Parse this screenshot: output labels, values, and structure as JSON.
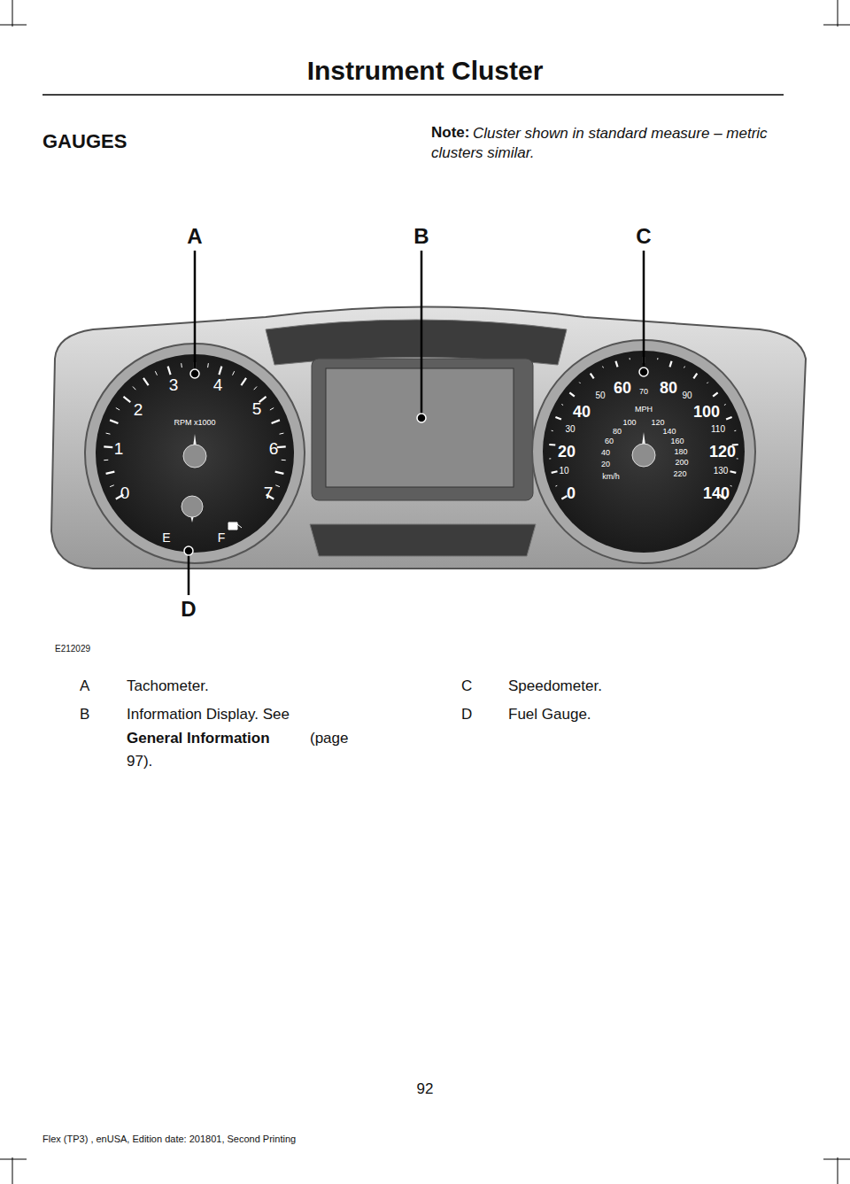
{
  "diagram": {
    "title": "Instrument Cluster",
    "labels": [
      "GAUGES",
      "Note:",
      "Cluster shown in standard measure – metric clusters similar.",
      "A",
      "B",
      "C",
      "D",
      "0",
      "1",
      "2",
      "3",
      "4",
      "5",
      "6",
      "7",
      "RPM x1000",
      "E",
      "F",
      "0",
      "10",
      "20",
      "30",
      "40",
      "50",
      "60",
      "70",
      "80",
      "90",
      "100",
      "110",
      "120",
      "130",
      "140",
      "MPH",
      "20",
      "40",
      "60",
      "80",
      "100",
      "120",
      "140",
      "160",
      "180",
      "200",
      "220",
      "km/h",
      "E212029",
      "A",
      "Tachometer.",
      "B",
      "Information Display.  See",
      "General Information",
      "(page",
      "97).",
      "C",
      "Speedometer.",
      "D",
      "Fuel Gauge.",
      "92",
      "Flex (TP3) , enUSA, Edition date: 201801, Second Printing"
    ]
  }
}
